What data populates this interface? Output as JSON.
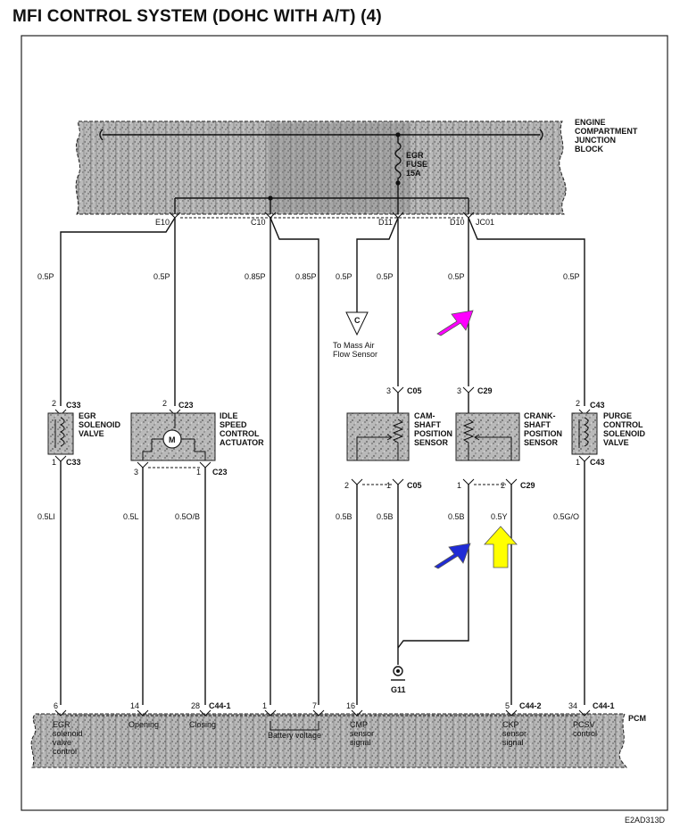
{
  "title": "MFI CONTROL SYSTEM (DOHC WITH A/T) (4)",
  "junction_block": {
    "label_lines": [
      "ENGINE",
      "COMPARTMENT",
      "JUNCTION",
      "BLOCK"
    ],
    "fuse_lines": [
      "EGR",
      "FUSE",
      "15A"
    ]
  },
  "connectors_top": {
    "e10": "E10",
    "c10": "C10",
    "d11": "D11",
    "d10": "D10",
    "jc01": "JC01"
  },
  "wires_top": {
    "w1": "0.5P",
    "w2": "0.5P",
    "w3": "0.85P",
    "w4": "0.85P",
    "w5": "0.5P",
    "w6": "0.5P",
    "w7": "0.5P",
    "w8": "0.5P"
  },
  "offpage": {
    "letter": "C",
    "label_lines": [
      "To Mass Air",
      "Flow Sensor"
    ]
  },
  "components": {
    "egr_valve": {
      "label_lines": [
        "EGR",
        "SOLENOID",
        "VALVE"
      ],
      "pin_top": "2",
      "conn_top": "C33",
      "pin_bottom": "1",
      "conn_bottom": "C33"
    },
    "isc_actuator": {
      "label_lines": [
        "IDLE",
        "SPEED",
        "CONTROL",
        "ACTUATOR"
      ],
      "pin_top": "2",
      "conn_top": "C23",
      "pin_left": "3",
      "pin_right": "1",
      "conn_bottom": "C23",
      "motor": "M"
    },
    "cmp_sensor": {
      "label_lines": [
        "CAM-",
        "SHAFT",
        "POSITION",
        "SENSOR"
      ],
      "pin_top": "3",
      "conn_top": "C05",
      "pin_left": "2",
      "pin_right": "1",
      "conn_bottom": "C05"
    },
    "ckp_sensor": {
      "label_lines": [
        "CRANK-",
        "SHAFT",
        "POSITION",
        "SENSOR"
      ],
      "pin_top": "3",
      "conn_top": "C29",
      "pin_left": "1",
      "pin_right": "2",
      "conn_bottom": "C29"
    },
    "pcsv": {
      "label_lines": [
        "PURGE",
        "CONTROL",
        "SOLENOID",
        "VALVE"
      ],
      "pin_top": "2",
      "conn_top": "C43",
      "pin_bottom": "1",
      "conn_bottom": "C43"
    }
  },
  "wires_bottom": {
    "w1": "0.5Ll",
    "w2": "0.5L",
    "w3": "0.5O/B",
    "w4": "0.5B",
    "w5": "0.5B",
    "w6": "0.5B",
    "w7": "0.5Y",
    "w8": "0.5G/O"
  },
  "ground": "G11",
  "pcm": {
    "label": "PCM",
    "pins": {
      "p6": "6",
      "p14": "14",
      "p28": "28",
      "c44_1a": "C44-1",
      "p1": "1",
      "p7": "7",
      "p16": "16",
      "p5": "5",
      "c44_2": "C44-2",
      "p34": "34",
      "c44_1b": "C44-1"
    },
    "signals": {
      "egr": [
        "EGR",
        "solenoid",
        "valve",
        "control"
      ],
      "opening": [
        "Opening"
      ],
      "closing": [
        "Closing"
      ],
      "battery": [
        "Battery voltage"
      ],
      "cmp": [
        "CMP",
        "sensor",
        "signal"
      ],
      "ckp": [
        "CKP",
        "sensor",
        "signal"
      ],
      "pcsv": [
        "PCSV",
        "control"
      ]
    }
  },
  "arrows": {
    "magenta": "#ff00ff",
    "blue": "#1f2bd6",
    "yellow": "#ffff00"
  },
  "doc_code": "E2AD313D"
}
